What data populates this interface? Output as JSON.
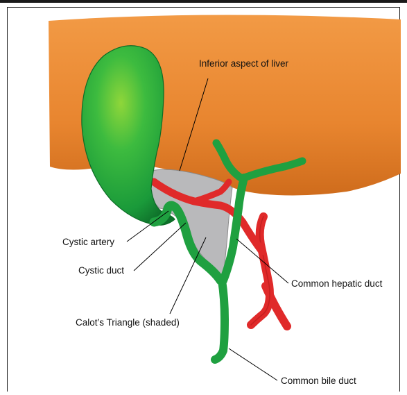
{
  "figure": {
    "labels": {
      "liver": "Inferior aspect of liver",
      "cystic_artery": "Cystic artery",
      "cystic_duct": "Cystic duct",
      "calot": "Calot’s Triangle (shaded)",
      "hepatic_duct": "Common hepatic duct",
      "bile_duct": "Common bile duct"
    },
    "colors": {
      "liver": "#e8852f",
      "duct": "#1fa040",
      "duct_dark": "#0d6b26",
      "artery": "#e02a2a",
      "triangle": "#b9b9bb",
      "leader": "#000000"
    }
  }
}
